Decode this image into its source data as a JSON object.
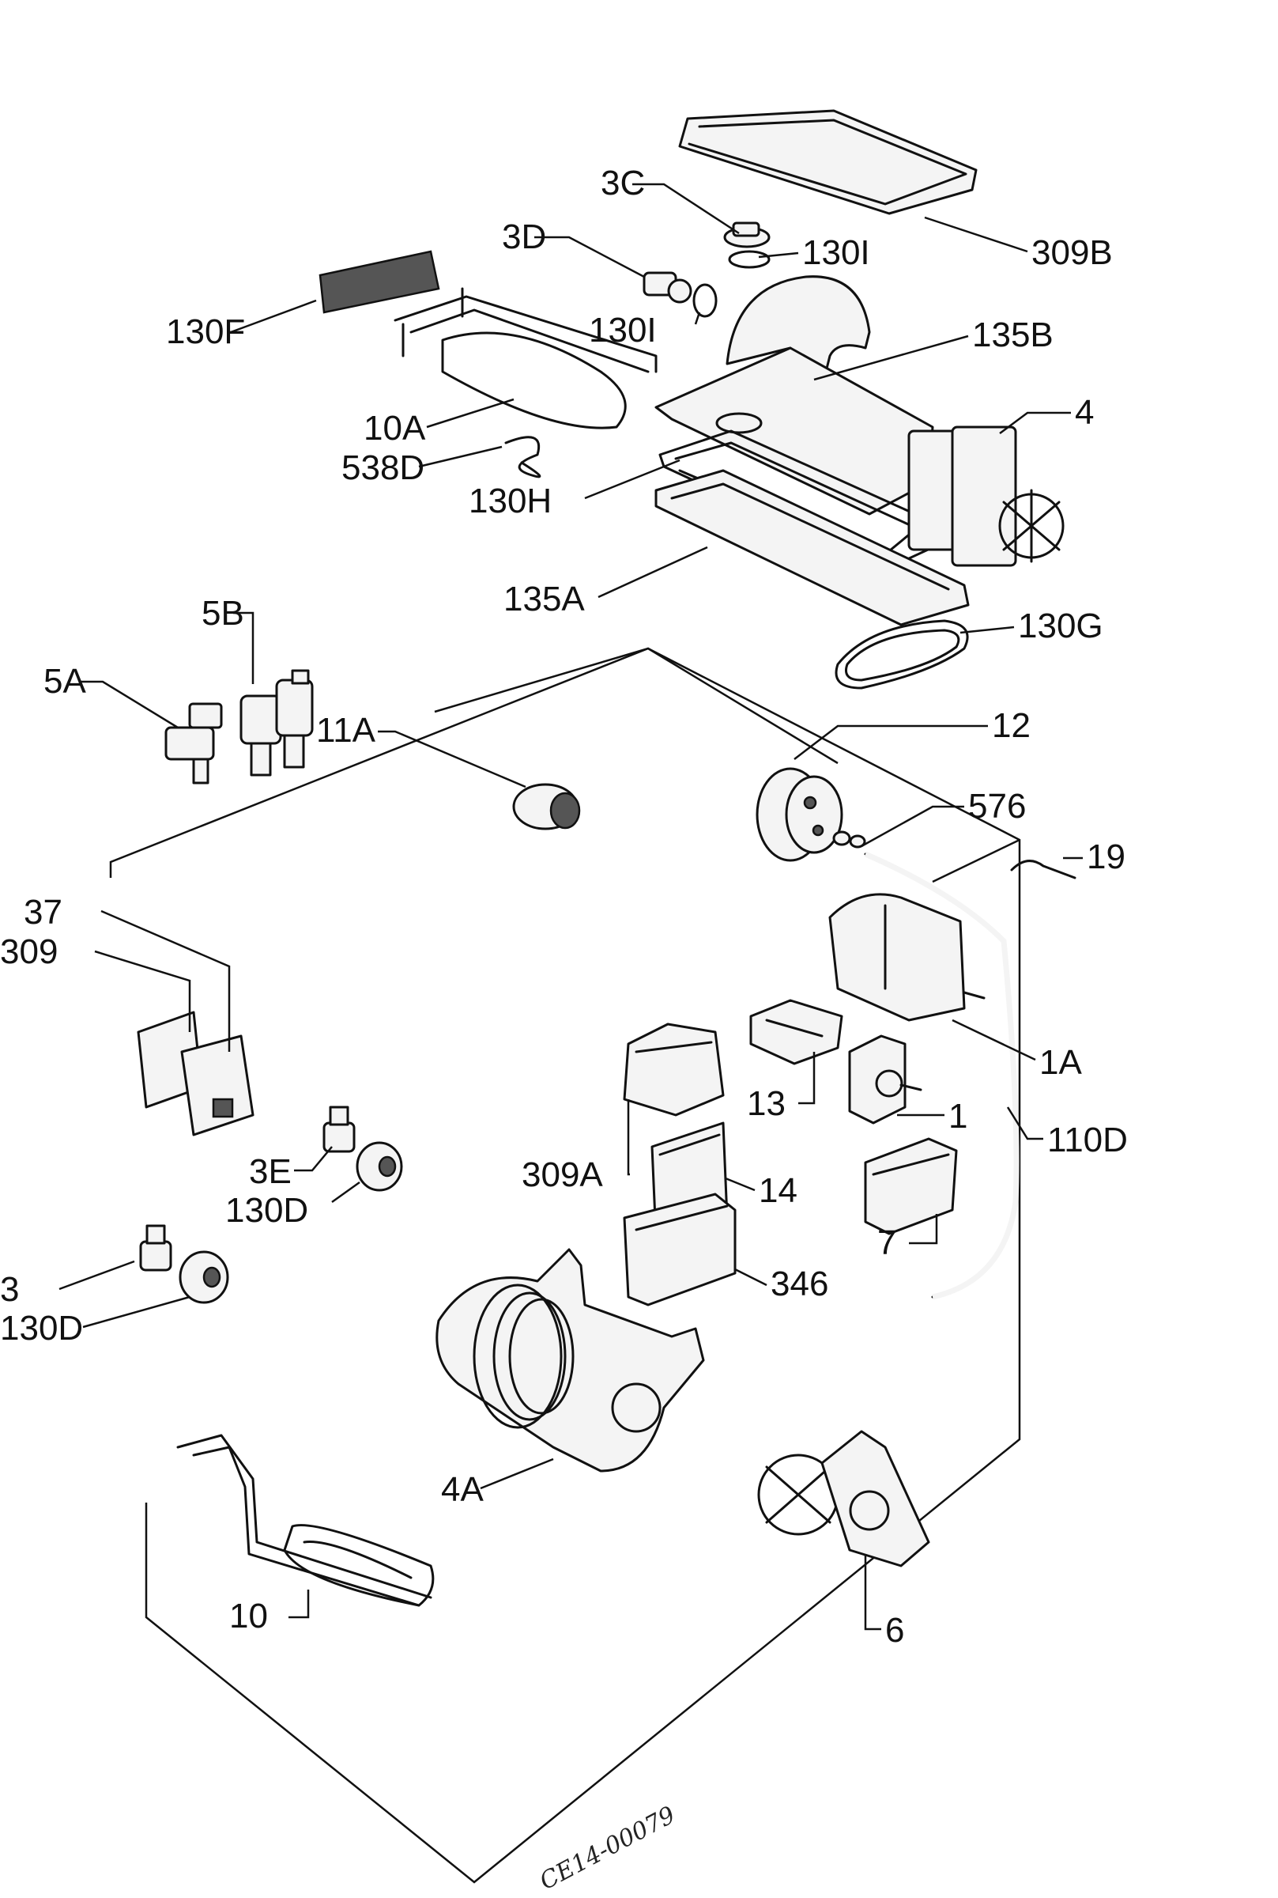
{
  "diagram": {
    "labels": {
      "l_309b": "309B",
      "l_3c": "3C",
      "l_130i_a": "130I",
      "l_3d": "3D",
      "l_130i_b": "130I",
      "l_130f": "130F",
      "l_135b": "135B",
      "l_4": "4",
      "l_10a": "10A",
      "l_538d": "538D",
      "l_130h": "130H",
      "l_135a": "135A",
      "l_130g": "130G",
      "l_5b": "5B",
      "l_5a": "5A",
      "l_11a": "11A",
      "l_12": "12",
      "l_576": "576",
      "l_19": "19",
      "l_37": "37",
      "l_309": "309",
      "l_1a": "1A",
      "l_13": "13",
      "l_1": "1",
      "l_110d": "110D",
      "l_309a": "309A",
      "l_14": "14",
      "l_3e": "3E",
      "l_130d_a": "130D",
      "l_7": "7",
      "l_3": "3",
      "l_130d_b": "130D",
      "l_346": "346",
      "l_4a": "4A",
      "l_10": "10",
      "l_6": "6"
    },
    "code": "CE14-00079"
  }
}
